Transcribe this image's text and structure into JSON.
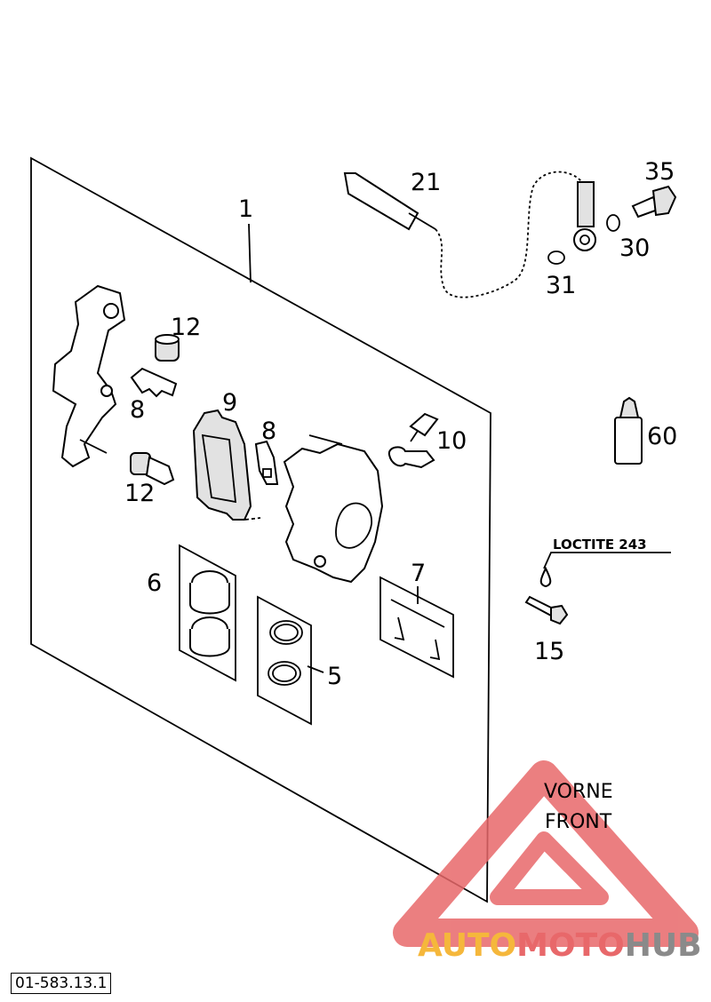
{
  "callouts": {
    "c1": "1",
    "c21": "21",
    "c35": "35",
    "c30": "30",
    "c31": "31",
    "c12a": "12",
    "c12b": "12",
    "c8a": "8",
    "c8b": "8",
    "c9": "9",
    "c10": "10",
    "c60": "60",
    "c6": "6",
    "c5": "5",
    "c7": "7",
    "c15": "15"
  },
  "note_loctite": "LOCTITE 243",
  "front_line1": "VORNE",
  "front_line2": "FRONT",
  "drawing_code": "01-583.13.1",
  "watermark": {
    "part1": "AUTO",
    "part2": "MOTO",
    "part3": "HUB",
    "color1": "#f5b73b",
    "color2": "#e8686a",
    "color3": "#8a8a8a"
  },
  "colors": {
    "line": "#000000",
    "background": "#ffffff",
    "watermark_triangle": "#e8686a"
  }
}
